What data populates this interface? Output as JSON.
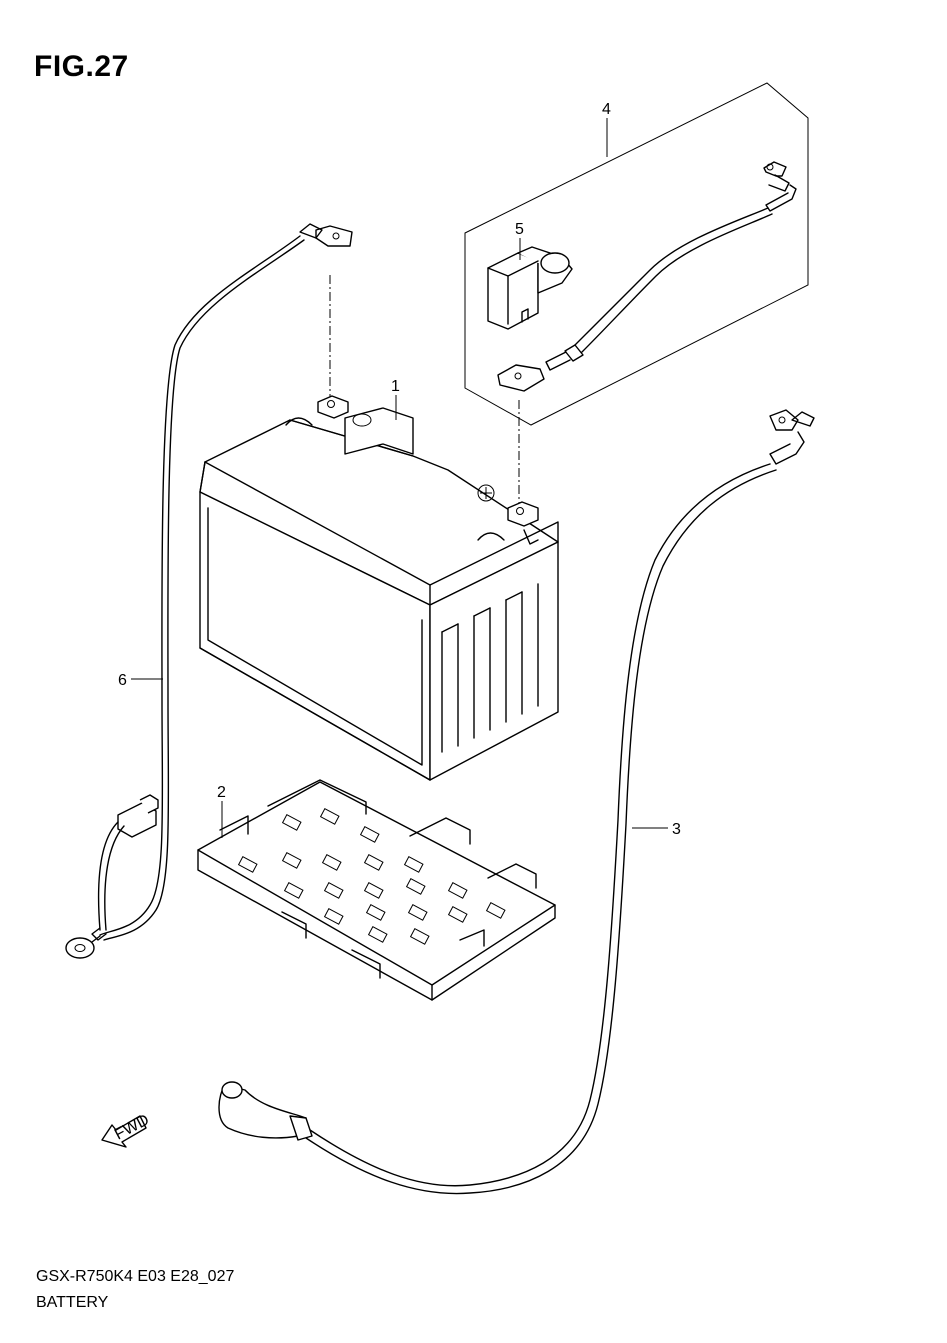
{
  "figure": {
    "title": "FIG.27",
    "model_code": "GSX-R750K4 E03 E28_027",
    "section_name": "BATTERY"
  },
  "callouts": [
    {
      "number": "1",
      "part": "battery"
    },
    {
      "number": "2",
      "part": "battery-tray"
    },
    {
      "number": "3",
      "part": "cable-long"
    },
    {
      "number": "4",
      "part": "cable-set-box"
    },
    {
      "number": "5",
      "part": "terminal-cover"
    },
    {
      "number": "6",
      "part": "harness-cable"
    }
  ],
  "fwd_arrow": {
    "label": "FWD"
  }
}
